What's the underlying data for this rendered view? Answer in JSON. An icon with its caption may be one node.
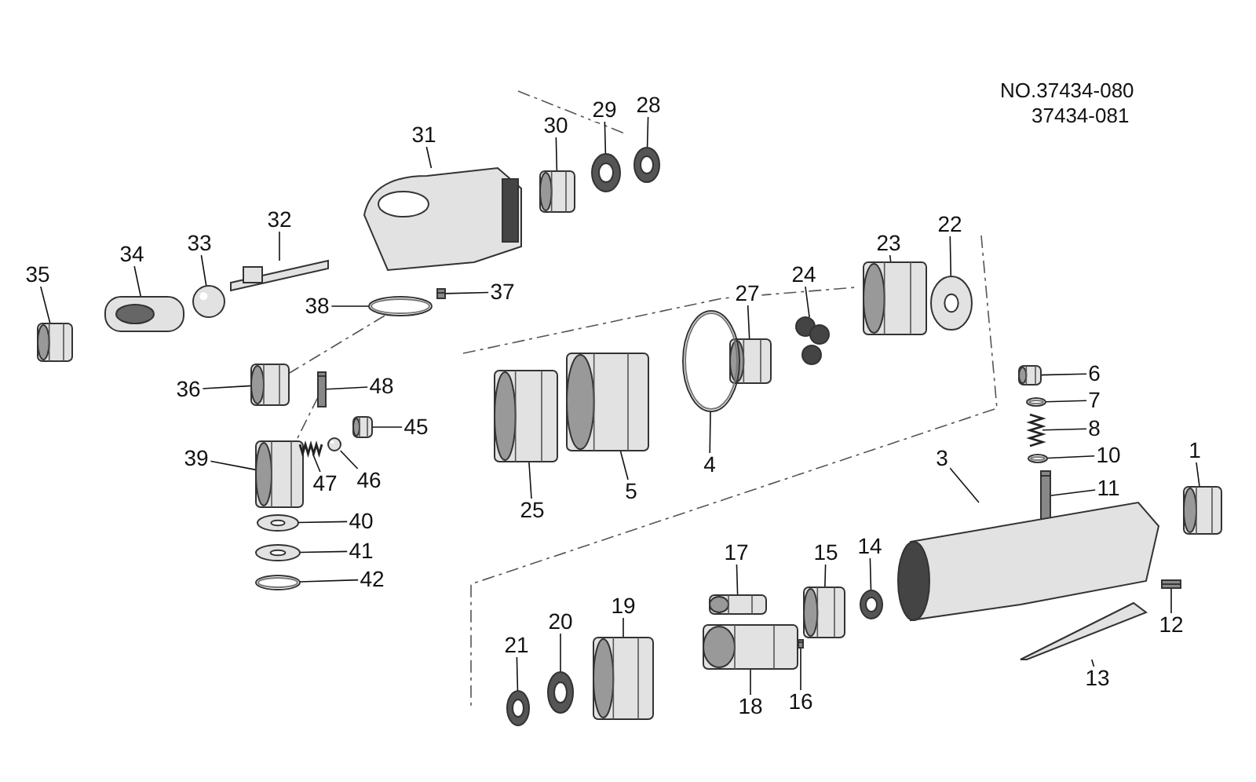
{
  "diagram": {
    "nodes": [
      {
        "text": [
          "28"
        ]
      },
      {
        "text": [
          "29"
        ]
      },
      {
        "text": [
          "30"
        ]
      },
      {
        "text": [
          "31"
        ]
      },
      {
        "text": [
          "32"
        ]
      },
      {
        "text": [
          "22"
        ]
      },
      {
        "text": [
          "23"
        ]
      },
      {
        "text": [
          "33"
        ]
      },
      {
        "text": [
          "34"
        ]
      },
      {
        "text": [
          "35"
        ]
      },
      {
        "text": [
          "24"
        ]
      },
      {
        "text": [
          "37"
        ]
      },
      {
        "text": [
          "27"
        ]
      },
      {
        "text": [
          "38"
        ]
      },
      {
        "text": [
          "6"
        ]
      },
      {
        "text": [
          "48"
        ]
      },
      {
        "text": [
          "36"
        ]
      },
      {
        "text": [
          "7"
        ]
      },
      {
        "text": [
          "45"
        ]
      },
      {
        "text": [
          "8"
        ]
      },
      {
        "text": [
          "1"
        ]
      },
      {
        "text": [
          "10"
        ]
      },
      {
        "text": [
          "39"
        ]
      },
      {
        "text": [
          "4"
        ]
      },
      {
        "text": [
          "46"
        ]
      },
      {
        "text": [
          "47"
        ]
      },
      {
        "text": [
          "11"
        ]
      },
      {
        "text": [
          "3"
        ]
      },
      {
        "text": [
          "5"
        ]
      },
      {
        "text": [
          "25"
        ]
      },
      {
        "text": [
          "40"
        ]
      },
      {
        "text": [
          "14"
        ]
      },
      {
        "text": [
          "41"
        ]
      },
      {
        "text": [
          "15"
        ]
      },
      {
        "text": [
          "17"
        ]
      },
      {
        "text": [
          "42"
        ]
      },
      {
        "text": [
          "19"
        ]
      },
      {
        "text": [
          "20"
        ]
      },
      {
        "text": [
          "12"
        ]
      },
      {
        "text": [
          "21"
        ]
      },
      {
        "text": [
          "13"
        ]
      },
      {
        "text": [
          "16"
        ]
      },
      {
        "text": [
          "18"
        ]
      },
      {
        "text": [],
        "shape": "picture"
      },
      {
        "text": [],
        "shape": "picture"
      },
      {
        "text": [],
        "shape": "picture"
      },
      {
        "text": [],
        "shape": "picture"
      },
      {
        "text": [],
        "shape": "picture"
      },
      {
        "text": [],
        "shape": "picture"
      },
      {
        "text": [],
        "shape": "picture"
      },
      {
        "text": [],
        "shape": "picture"
      },
      {
        "text": [],
        "shape": "picture"
      },
      {
        "text": [],
        "shape": "picture"
      },
      {
        "text": [],
        "shape": "picture"
      },
      {
        "text": [],
        "shape": "picture"
      },
      {
        "text": [],
        "shape": "picture"
      },
      {
        "text": [],
        "shape": "picture"
      },
      {
        "text": [],
        "shape": "picture"
      },
      {
        "text": [],
        "shape": "picture"
      },
      {
        "text": [],
        "shape": "picture"
      },
      {
        "text": [],
        "shape": "picture"
      },
      {
        "text": [],
        "shape": "picture"
      },
      {
        "text": [],
        "shape": "picture"
      },
      {
        "text": [],
        "shape": "picture"
      },
      {
        "text": [],
        "shape": "picture"
      },
      {
        "text": [],
        "shape": "picture"
      },
      {
        "text": [],
        "shape": "picture"
      },
      {
        "text": [],
        "shape": "picture"
      },
      {
        "text": [],
        "shape": "picture"
      },
      {
        "text": [],
        "shape": "picture"
      },
      {
        "text": [],
        "shape": "picture"
      },
      {
        "text": [],
        "shape": "picture"
      },
      {
        "text": [],
        "shape": "picture"
      },
      {
        "text": [],
        "shape": "picture"
      },
      {
        "text": [],
        "shape": "picture"
      },
      {
        "text": [],
        "shape": "picture"
      },
      {
        "text": [],
        "shape": "picture"
      },
      {
        "text": [],
        "shape": "picture"
      },
      {
        "text": [],
        "shape": "picture"
      },
      {
        "text": [],
        "shape": "picture"
      },
      {
        "text": [],
        "shape": "picture"
      },
      {
        "text": [],
        "shape": "picture"
      },
      {
        "text": [],
        "shape": "picture"
      },
      {
        "text": [],
        "shape": "picture"
      },
      {
        "text": [],
        "shape": "picture"
      },
      {
        "text": [],
        "shape": "picture"
      }
    ],
    "edges": [
      {
        "from": 0,
        "to": 43,
        "arrow": "none"
      },
      {
        "from": 1,
        "to": 44,
        "arrow": "none"
      },
      {
        "from": 2,
        "to": 45,
        "arrow": "none"
      },
      {
        "from": 3,
        "to": 46,
        "arrow": "none"
      },
      {
        "from": 4,
        "to": 47,
        "arrow": "none"
      },
      {
        "from": 5,
        "to": 48,
        "arrow": "none"
      },
      {
        "from": 6,
        "to": 49,
        "arrow": "none"
      },
      {
        "from": 7,
        "to": 50,
        "arrow": "none"
      },
      {
        "from": 8,
        "to": 51,
        "arrow": "none"
      },
      {
        "from": 9,
        "to": 52,
        "arrow": "none"
      },
      {
        "from": 10,
        "to": 53,
        "arrow": "none"
      },
      {
        "from": 11,
        "to": 54,
        "arrow": "none"
      },
      {
        "from": 12,
        "to": 55,
        "arrow": "none"
      },
      {
        "from": 13,
        "to": 56,
        "arrow": "none"
      },
      {
        "from": 14,
        "to": 57,
        "arrow": "none"
      },
      {
        "from": 15,
        "to": 58,
        "arrow": "none"
      },
      {
        "from": 16,
        "to": 59,
        "arrow": "none"
      },
      {
        "from": 17,
        "to": 60,
        "arrow": "none"
      },
      {
        "from": 18,
        "to": 61,
        "arrow": "none"
      },
      {
        "from": 19,
        "to": 62,
        "arrow": "none"
      },
      {
        "from": 20,
        "to": 63,
        "arrow": "none"
      },
      {
        "from": 21,
        "to": 64,
        "arrow": "none"
      },
      {
        "from": 22,
        "to": 65,
        "arrow": "none"
      },
      {
        "from": 23,
        "to": 66,
        "arrow": "none"
      },
      {
        "from": 24,
        "to": 67,
        "arrow": "none"
      },
      {
        "from": 25,
        "to": 68,
        "arrow": "none"
      },
      {
        "from": 26,
        "to": 69,
        "arrow": "none"
      },
      {
        "from": 27,
        "to": 70,
        "arrow": "none"
      },
      {
        "from": 28,
        "to": 71,
        "arrow": "none"
      },
      {
        "from": 29,
        "to": 72,
        "arrow": "none"
      },
      {
        "from": 30,
        "to": 73,
        "arrow": "none"
      },
      {
        "from": 31,
        "to": 74,
        "arrow": "none"
      },
      {
        "from": 32,
        "to": 75,
        "arrow": "none"
      },
      {
        "from": 33,
        "to": 76,
        "arrow": "none"
      },
      {
        "from": 34,
        "to": 77,
        "arrow": "none"
      },
      {
        "from": 35,
        "to": 78,
        "arrow": "none"
      },
      {
        "from": 36,
        "to": 79,
        "arrow": "none"
      },
      {
        "from": 37,
        "to": 80,
        "arrow": "none"
      },
      {
        "from": 38,
        "to": 81,
        "arrow": "none"
      },
      {
        "from": 39,
        "to": 82,
        "arrow": "none"
      },
      {
        "from": 40,
        "to": 83,
        "arrow": "none"
      },
      {
        "from": 41,
        "to": 84,
        "arrow": "none"
      },
      {
        "from": 42,
        "to": 85,
        "arrow": "none"
      },
      {
        "from": 56,
        "to": 59,
        "arrow": "none",
        "style": "dashed"
      },
      {
        "from": 58,
        "to": 65,
        "arrow": "none",
        "style": "dashed"
      }
    ],
    "labels": [
      "NO.37434-080",
      "37434-081"
    ]
  }
}
